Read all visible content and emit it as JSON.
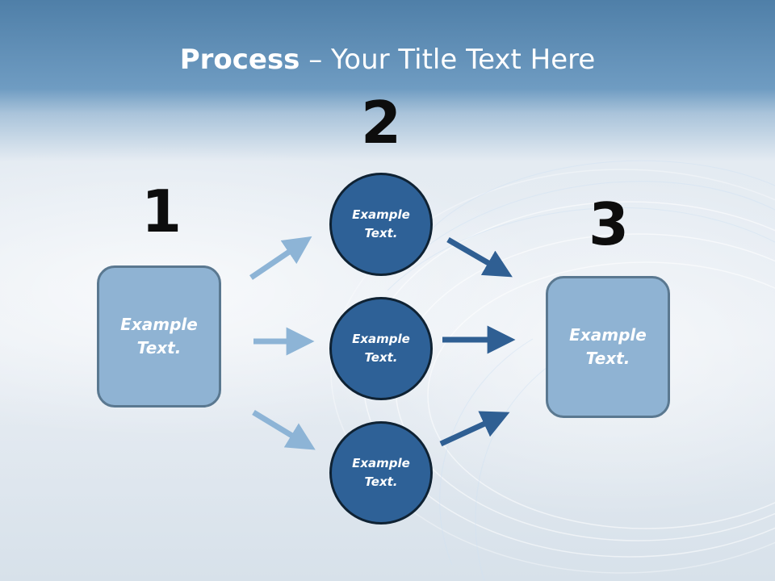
{
  "slide": {
    "title_bold": "Process",
    "title_rest": " – Your Title Text Here"
  },
  "steps": {
    "step1": {
      "number": "1",
      "text": "Example Text."
    },
    "step2": {
      "number": "2",
      "items": [
        {
          "text": "Example Text."
        },
        {
          "text": "Example Text."
        },
        {
          "text": "Example Text."
        }
      ]
    },
    "step3": {
      "number": "3",
      "text": "Example Text."
    }
  },
  "colors": {
    "light_box": "#8fb3d3",
    "dark_circle": "#2e6197",
    "light_arrow": "#8db4d6",
    "dark_arrow": "#2f5f93"
  }
}
